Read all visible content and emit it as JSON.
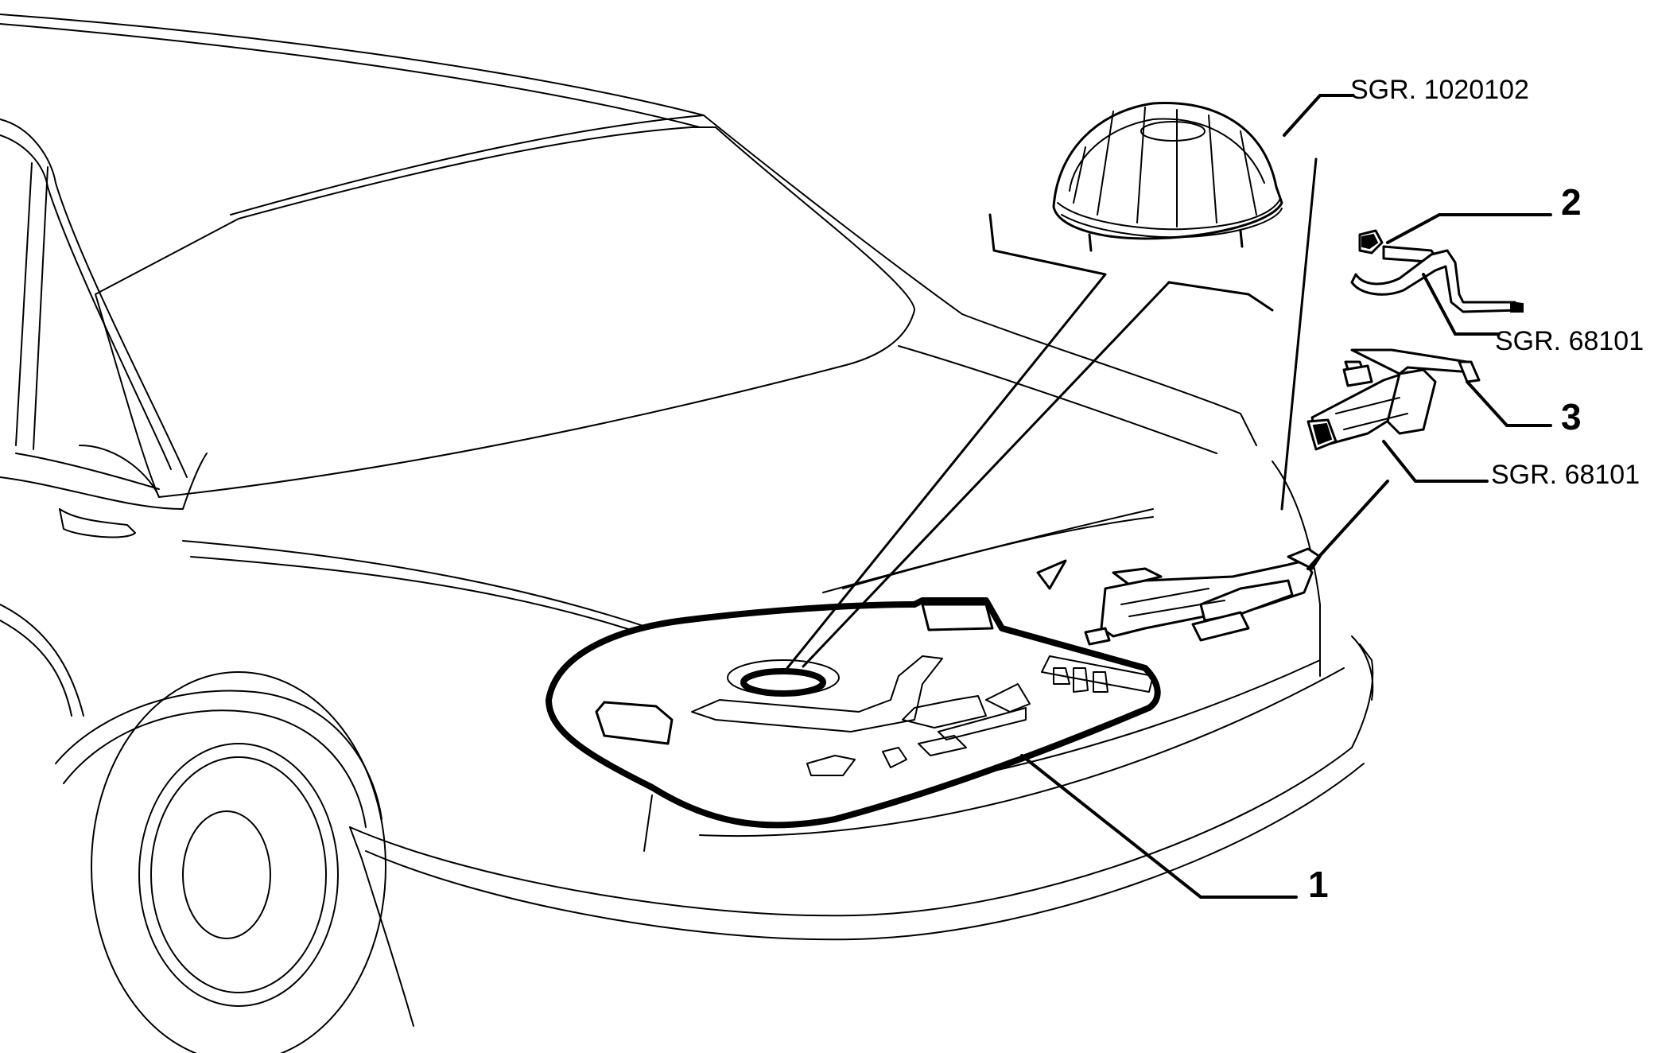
{
  "diagram": {
    "callouts": {
      "dome_code": "SGR. 1020102",
      "wrench_code": "SGR. 68101",
      "jack_code": "SGR. 68101",
      "ref_1": "1",
      "ref_2": "2",
      "ref_3": "3"
    }
  }
}
